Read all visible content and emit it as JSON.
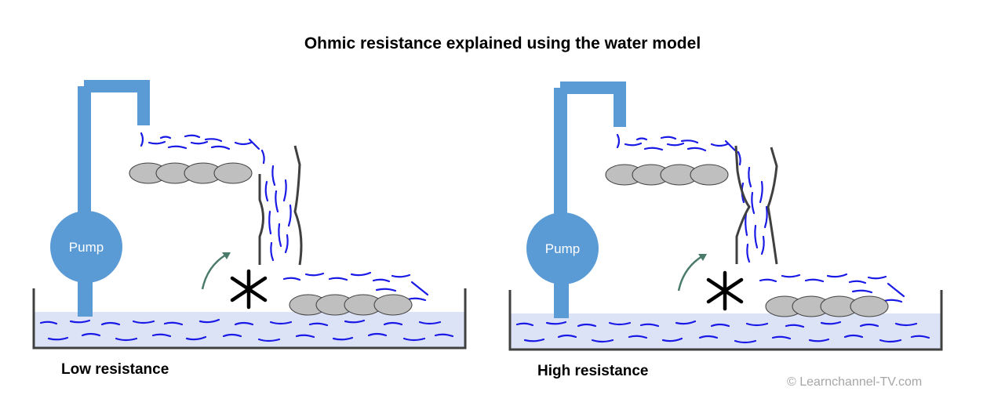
{
  "title": "Ohmic resistance explained using the water model",
  "panels": [
    {
      "caption": "Low resistance",
      "pump_label": "Pump",
      "pipe_restriction": "wide"
    },
    {
      "caption": "High resistance",
      "pump_label": "Pump",
      "pipe_restriction": "narrow"
    }
  ],
  "credit": "© Learnchannel-TV.com",
  "colors": {
    "pipe": "#5b9bd5",
    "pump": "#5b9bd5",
    "water_strokes": "#1a1ae6",
    "water_surface": "#dde3f6",
    "tank_outline": "#404040",
    "balls_fill": "#bfbfbf",
    "arrow": "#4a7a6a"
  }
}
